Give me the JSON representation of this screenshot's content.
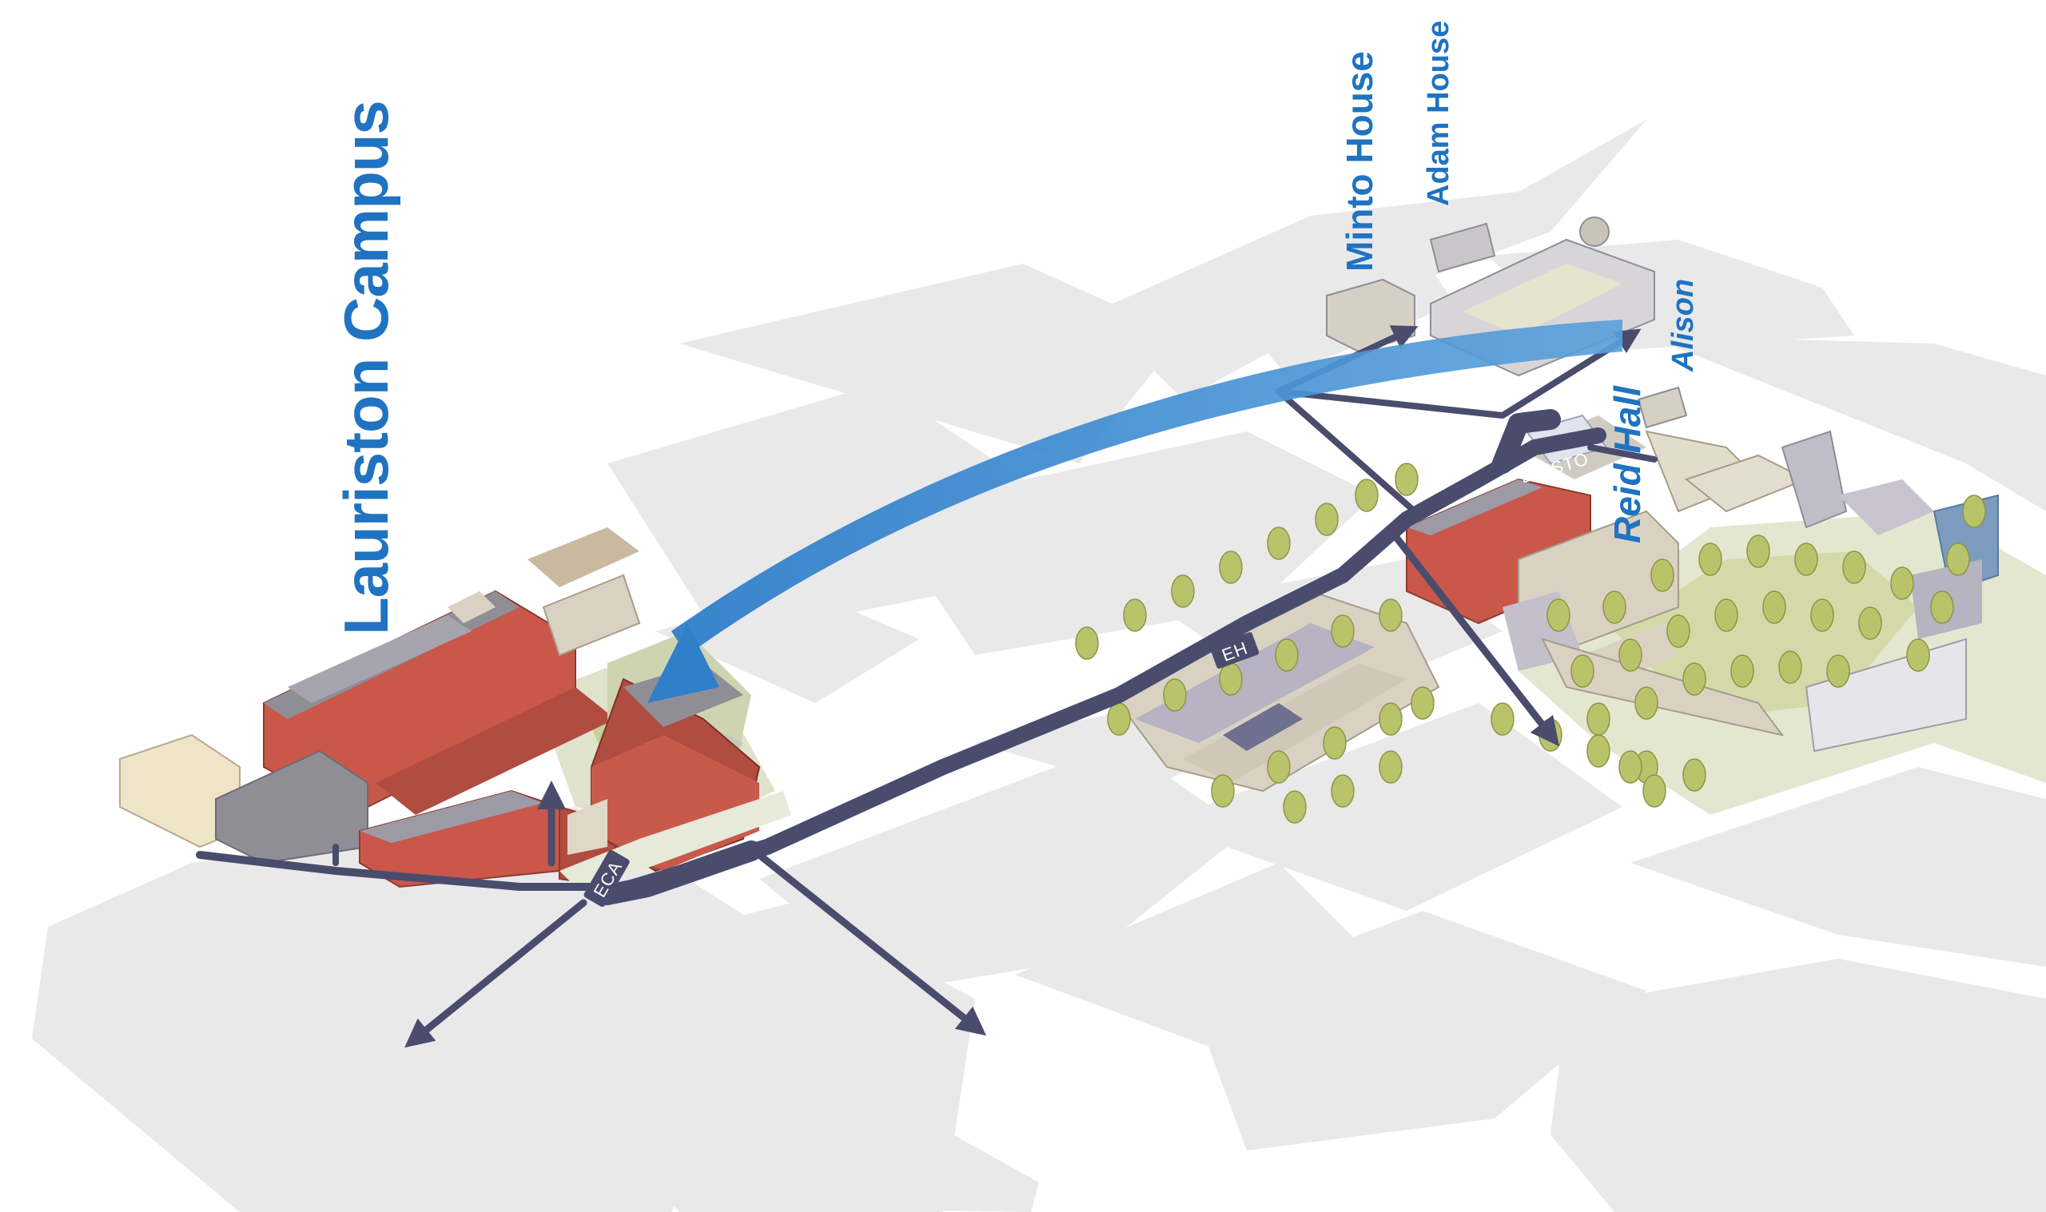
{
  "map": {
    "labels": {
      "lauriston": "Lauriston Campus",
      "minto": "Minto House",
      "adam": "Adam House",
      "alison": "Alison",
      "reid": "Reid Hall"
    },
    "road_tags": {
      "eca": "ECA",
      "eh": "EH",
      "bristo": "BRISTO"
    },
    "colors": {
      "block": "#e9e9ea",
      "road": "#4a4c6e",
      "arrow_blue": "#3d8bd4",
      "label_blue": "#1f73c1",
      "brick": "#c9584a",
      "sandstone": "#d9d2c3",
      "roof": "#8f8e96",
      "tree": "#b9c36a",
      "park": "#dde1c7"
    }
  }
}
